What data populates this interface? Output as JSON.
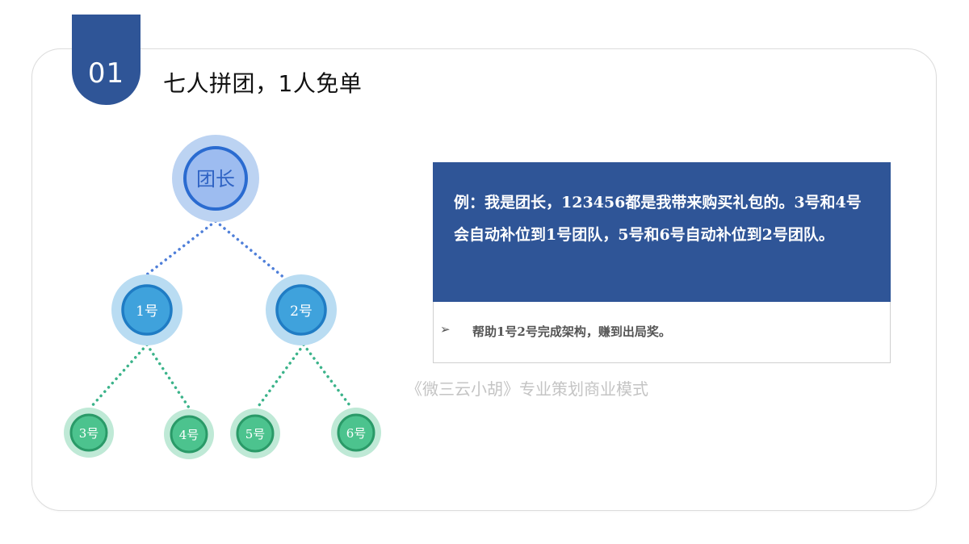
{
  "section": {
    "number": "01",
    "title": "七人拼团，1人免单"
  },
  "tree": {
    "leader": {
      "label": "团长",
      "color_outer": "#bcd3f2",
      "color_inner": "#9dbcf0",
      "ring": "#2a6bd0"
    },
    "level1": [
      {
        "label": "1号"
      },
      {
        "label": "2号"
      }
    ],
    "level2": [
      {
        "label": "3号"
      },
      {
        "label": "4号"
      },
      {
        "label": "5号"
      },
      {
        "label": "6号"
      }
    ],
    "colors": {
      "level1_outer": "#b9dcf2",
      "level1_inner": "#3fa2dc",
      "level1_ring": "#1f7cc4",
      "level2_outer": "#bfe9d6",
      "level2_inner": "#4cc38e",
      "level2_ring": "#2a9a68",
      "line_top": "#4f7fd9",
      "line_bottom": "#3bb38a"
    }
  },
  "example": {
    "text": "例：我是团长，123456都是我带来购买礼包的。3号和4号会自动补位到1号团队，5号和6号自动补位到2号团队。",
    "bullet_icon": "arrowhead-bullet-icon",
    "bullet_glyph": "➢",
    "bullet_text": "帮助1号2号完成架构，赚到出局奖。"
  },
  "watermark": "《微三云小胡》专业策划商业模式",
  "accent_color": "#2f5597"
}
